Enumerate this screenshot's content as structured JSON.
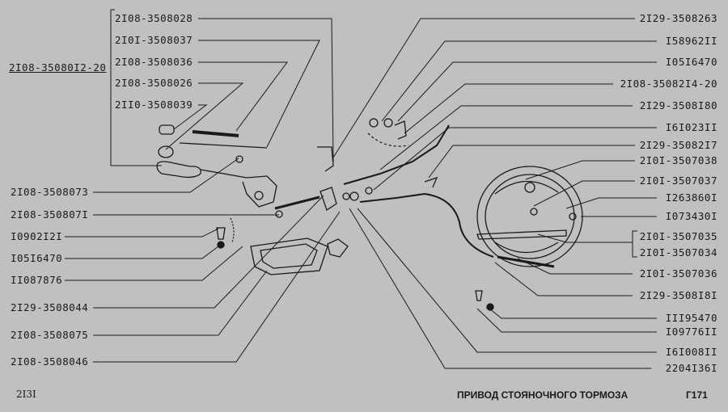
{
  "assembly_label": "2I08-35080I2-20",
  "left_labels": [
    "2I08-3508028",
    "2I0I-3508037",
    "2I08-3508036",
    "2I08-3508026",
    "2II0-3508039",
    "2I08-3508073",
    "2I08-350807I",
    "I0902I2I",
    "I05I6470",
    "II087876",
    "2I29-3508044",
    "2I08-3508075",
    "2I08-3508046"
  ],
  "right_labels": [
    "2I29-3508263",
    "I58962II",
    "I05I6470",
    "2I08-35082I4-20",
    "2I29-3508I80",
    "I6I023II",
    "2I29-35082I7",
    "2I0I-3507038",
    "2I0I-3507037",
    "I263860I",
    "I073430I",
    "2I0I-3507035",
    "2I0I-3507034",
    "2I0I-3507036",
    "2I29-3508I8I",
    "III95470",
    "I09776II",
    "I6I008II",
    "2204I36I"
  ],
  "footer": {
    "model": "2I3I",
    "title": "ПРИВОД СТОЯНОЧНОГО ТОРМОЗА",
    "page": "Г171"
  }
}
